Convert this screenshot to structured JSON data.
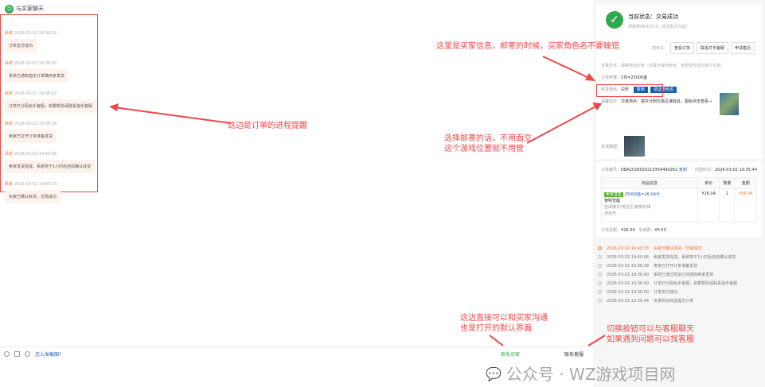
{
  "header": {
    "title": "与买家聊天"
  },
  "messages": [
    {
      "sender": "系统",
      "time": "2026-03-02 19:36:02",
      "text": "订单支付成功"
    },
    {
      "sender": "系统",
      "time": "2026-03-02 19:36:02",
      "text": "系统已通知指定订单确商家发货"
    },
    {
      "sender": "系统",
      "time": "2026-03-02 19:36:02",
      "text": "订单已分配给手客服，如要帮助请联系指手客服"
    },
    {
      "sender": "系统",
      "time": "2026-03-02 19:36:28",
      "text": "卖家已打开订单准备发货"
    },
    {
      "sender": "系统",
      "time": "2026-03-02 19:40:06",
      "text": "卖家发货完成，系统将于1小时后自动确认收货"
    },
    {
      "sender": "系统",
      "time": "2026-03-02 19:40:33",
      "text": "买家已确认收货，交易成功"
    }
  ],
  "annotations": {
    "progress": "这边是订单的进程提醒",
    "buyer_info": "这里是买家信息，邮寄的时候，买家角色名不要输错",
    "mail_l1": "选择邮寄的话，不用面交",
    "mail_l2": "这个游戏位置就不用管",
    "chat_l1": "这边直接可以和买家沟通",
    "chat_l2": "也是打开的默认界面",
    "switch_l1": "切换按钮可以与客服聊天",
    "switch_l2": "如果遇到问题可以找客服"
  },
  "status": {
    "title": "当前状态：交易成功",
    "sub": "感谢使用DD373，欢迎再次光临！",
    "action_label": "您可以：",
    "buttons": [
      "查看订单",
      "联系打手客服",
      "申请售后"
    ]
  },
  "trade": {
    "method_label": "交易方式：",
    "method": "邮寄自动交易（仅展示操作参考，未经授权请勿进行交易）",
    "qty_label": "订单数量：",
    "qty": "1件=25000金",
    "role_label": "收货角色：",
    "role": "白轩",
    "copy": "复制",
    "verify": "验证角色名",
    "tip_label": "温馨提示：",
    "tip": "交易地点：镜本分到交易区接收处，图标点击查看→"
  },
  "screenshot_label": "发货截图：",
  "order": {
    "no_label": "订单编号：",
    "no": "DBA2026030219354490262",
    "copy": "复制",
    "created_label": "创建时间：",
    "created": "2026-03-02 19:35:44",
    "headers": [
      "商品信息",
      "单价",
      "数量",
      "金额"
    ],
    "tag": "卖家直售",
    "title": "25000金=26.04元",
    "game": "黎明觉醒",
    "desc": "自由模式/电信区/精英阶梯",
    "cur": "游戏币",
    "price": "¥26.04",
    "count": "1",
    "amount": "¥26.04",
    "total_label": "订单总额：",
    "total": "¥26.04",
    "fee_label": "手续费：",
    "fee": "¥0.53"
  },
  "timeline": [
    {
      "time": "2026-03-02 19:40:33",
      "text": "买家已确认收货，交易成功"
    },
    {
      "time": "2026-03-02 19:40:06",
      "text": "卖家发货完成，系统将于1小时后自动确认收货"
    },
    {
      "time": "2026-03-02 19:36:28",
      "text": "卖家已打开订单准备发货"
    },
    {
      "time": "2026-03-02 19:36:00",
      "text": "系统已通过短信订阅通知卖家发货"
    },
    {
      "time": "2026-03-02 19:36:00",
      "text": "订单已分配给手客服，如要帮助请联系指手客服"
    },
    {
      "time": "2026-03-02 19:36:00",
      "text": "订单支付成功"
    },
    {
      "time": "2026-03-02 19:35:44",
      "text": "买家购买商品提交订单"
    }
  ],
  "toolbar": {
    "help": "怎么发截图?",
    "tab_buyer": "联系买家",
    "tab_service": "联系客服"
  },
  "watermark": "公众号 · WZ游戏项目网",
  "colors": {
    "accent": "#2eaa4a",
    "annotation": "#f04848",
    "orange": "#f07030",
    "link": "#2a5db0"
  }
}
